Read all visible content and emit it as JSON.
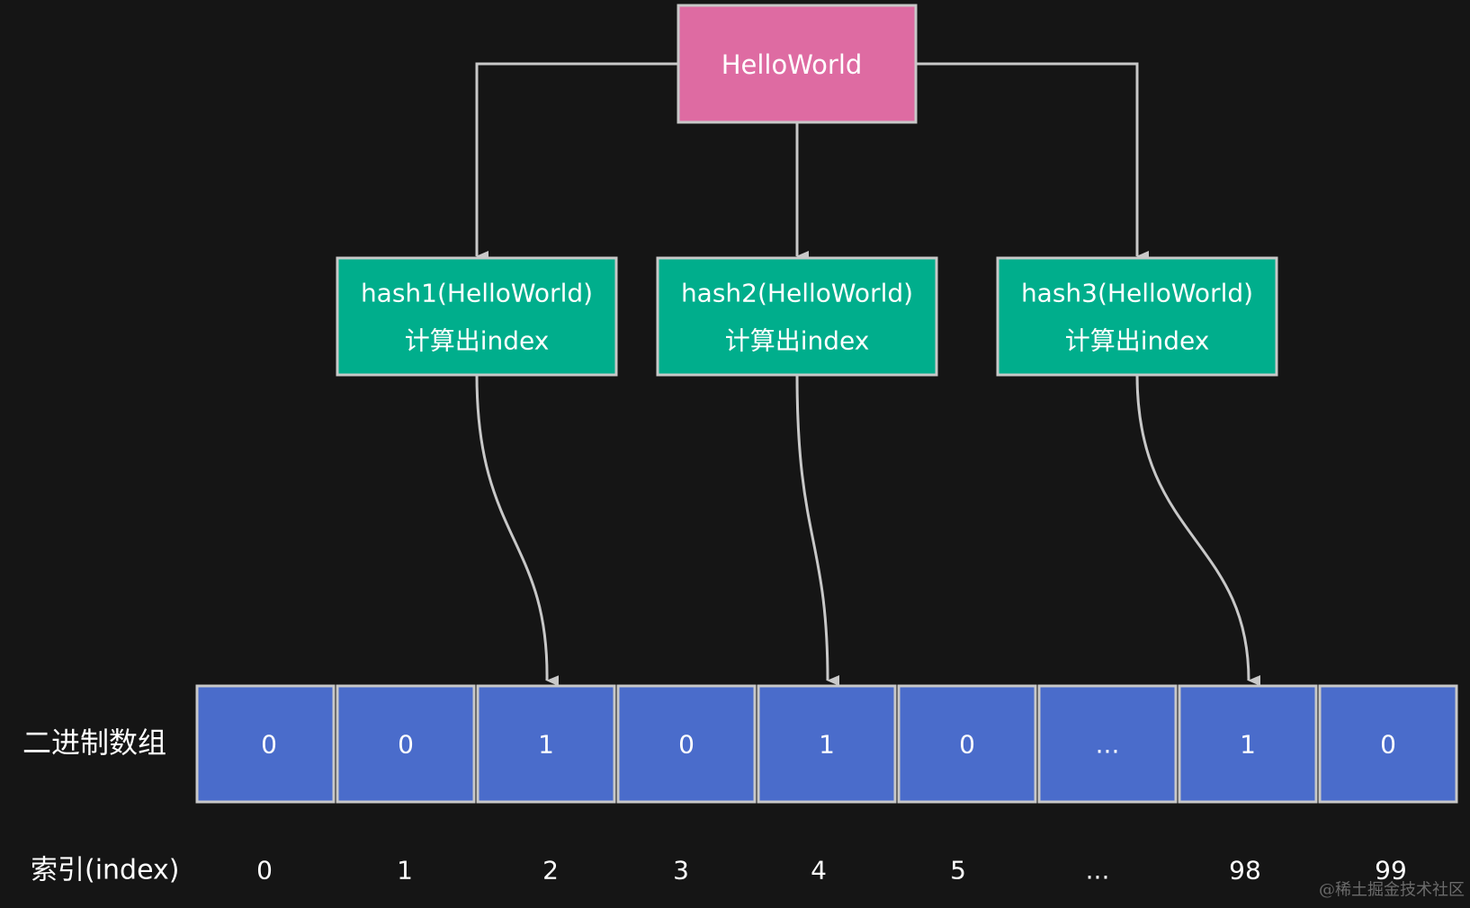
{
  "source": {
    "label": "HelloWorld",
    "color": "#DE6BA2"
  },
  "hash_functions": [
    {
      "name": "hash1(HelloWorld)",
      "desc": "计算出index"
    },
    {
      "name": "hash2(HelloWorld)",
      "desc": "计算出index"
    },
    {
      "name": "hash3(HelloWorld)",
      "desc": "计算出index"
    }
  ],
  "hash_color": "#00AE8C",
  "cell_color": "#4A6CCB",
  "border_color": "#C8C8C8",
  "arrow_color": "#C8C8C8",
  "background": "#151515",
  "array": {
    "label": "二进制数组",
    "cells": [
      "0",
      "0",
      "1",
      "0",
      "1",
      "0",
      "...",
      "1",
      "0"
    ]
  },
  "index_row": {
    "label": "索引(index)",
    "values": [
      "0",
      "1",
      "2",
      "3",
      "4",
      "5",
      "...",
      "98",
      "99"
    ]
  },
  "hash_targets": [
    2,
    4,
    7
  ],
  "watermark": "@稀土掘金技术社区"
}
